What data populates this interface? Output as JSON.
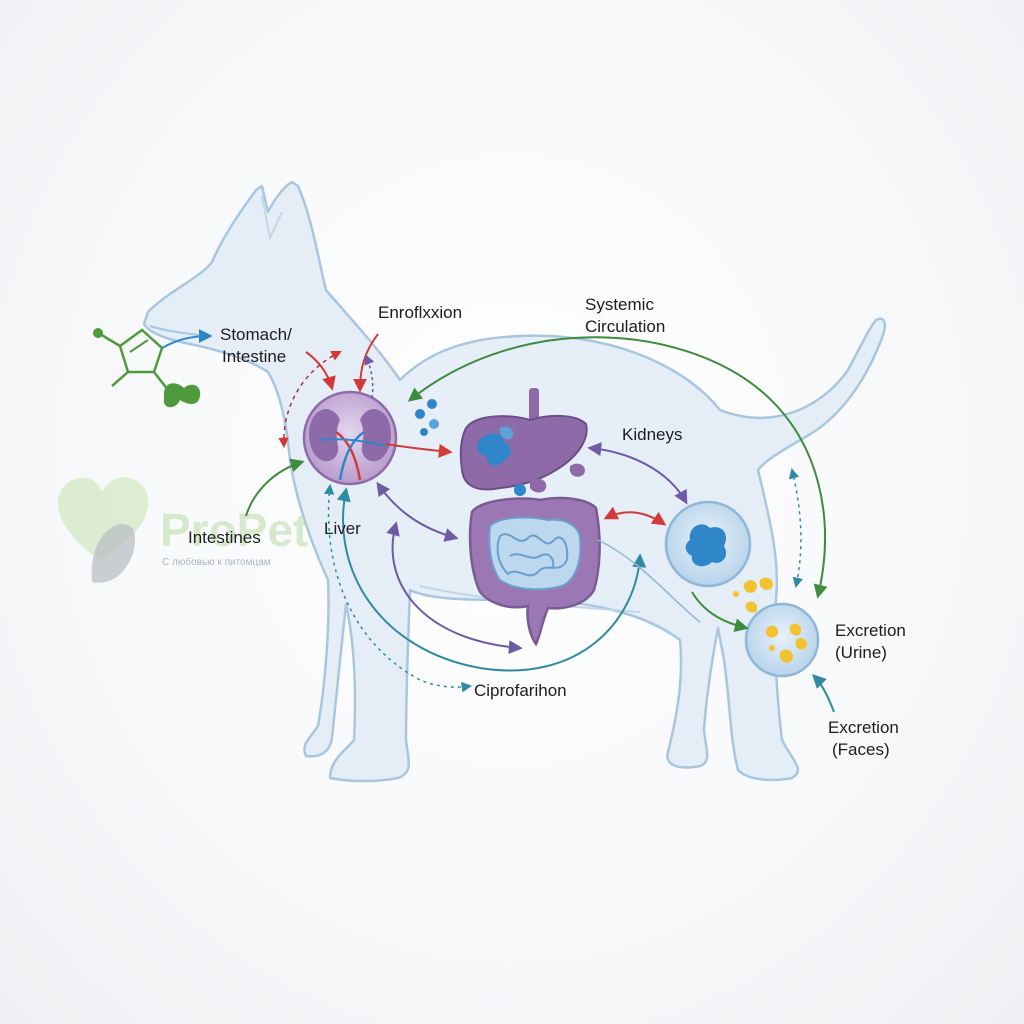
{
  "labels": {
    "stomach_line1": "Stomach/",
    "stomach_line2": "Intestine",
    "enrofloxacin": "Enroflxxion",
    "systemic_line1": "Systemic",
    "systemic_line2": "Circulation",
    "kidneys": "Kidneys",
    "intestines": "Intestines",
    "liver": "Liver",
    "ciprofloxacin": "Ciprofarihon",
    "excretion_urine_line1": "Excretion",
    "excretion_urine_line2": "(Urine)",
    "excretion_feces_line1": "Excretion",
    "excretion_feces_line2": "(Faces)"
  },
  "watermark": {
    "brand": "ProPet",
    "tagline": "С любовью к питомцам"
  },
  "colors": {
    "dog_fill": "#dde9f4",
    "dog_outline": "#a9c6e0",
    "organ_purple": "#8f6aa8",
    "kidney_bg": "#cdb7dd",
    "intestine_blue": "#bcd7ee",
    "drug_blue": "#2f86c8",
    "metabolite_yellow": "#f2c230",
    "arrow_red": "#d23a3a",
    "arrow_green": "#3e8c3e",
    "arrow_purple": "#6f5aa6",
    "arrow_teal": "#2f8aa3",
    "molecule_green": "#4f9a3c"
  }
}
